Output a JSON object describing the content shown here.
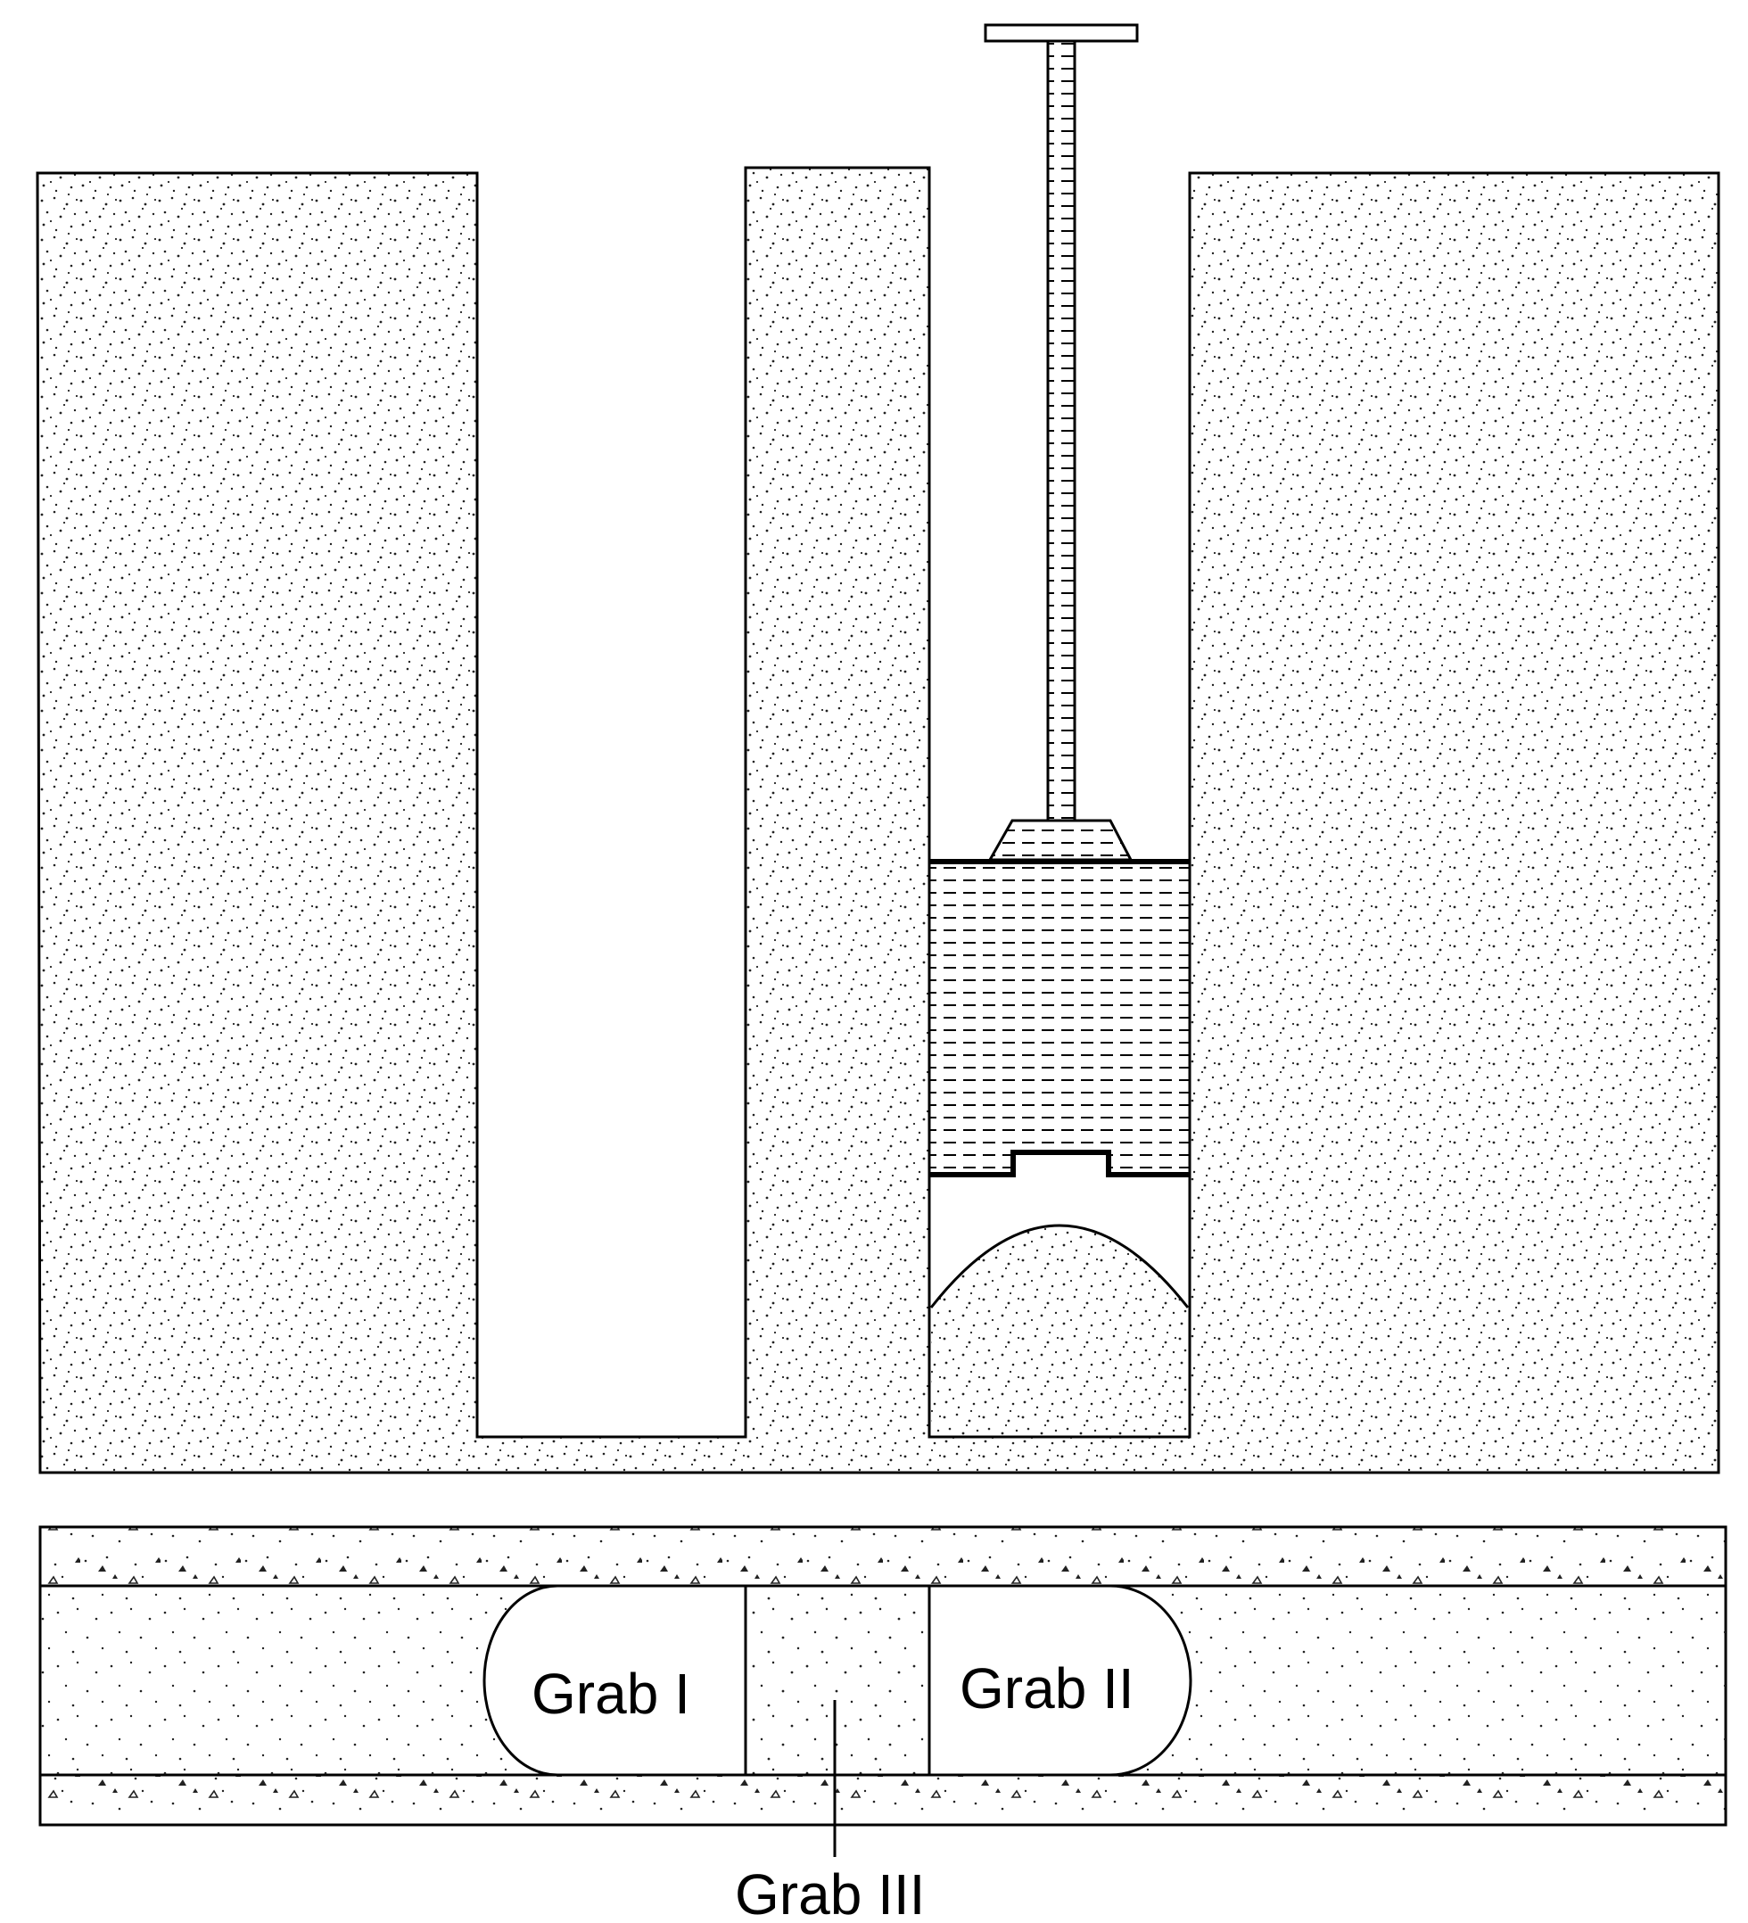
{
  "labels": {
    "grab1": "Grab I",
    "grab2": "Grab II",
    "grab3": "Grab III"
  },
  "colors": {
    "stroke": "#000000",
    "background": "#ffffff",
    "stipple": "#222222"
  },
  "icons": {
    "soil_texture": "stipple-dots",
    "concrete_texture": "stipple-triangles",
    "rod_texture": "horizontal-dashes"
  }
}
